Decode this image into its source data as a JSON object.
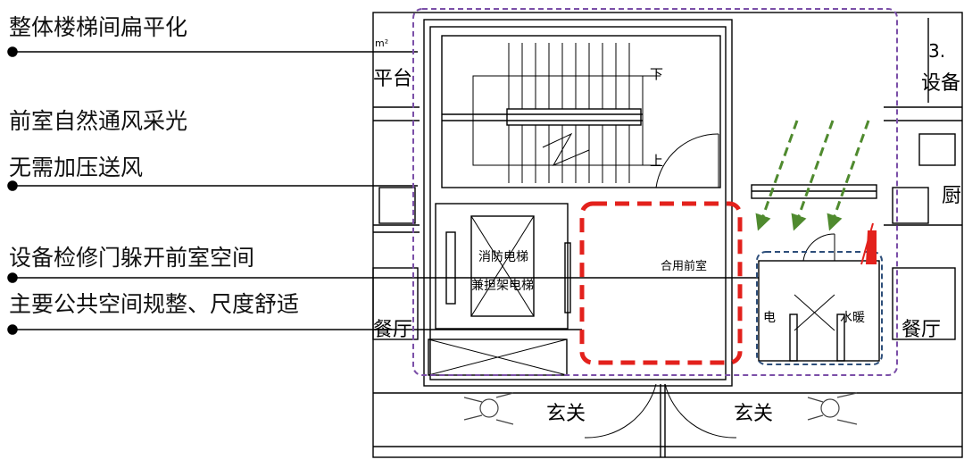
{
  "annotations": [
    "整体楼梯间扁平化",
    "前室自然通风采光",
    "无需加压送风",
    "设备检修门躲开前室空间",
    "主要公共空间规整、尺度舒适"
  ],
  "plan": {
    "stair_down": "下",
    "stair_up": "上",
    "elevator_line1": "消防电梯",
    "elevator_line2": "兼担架电梯",
    "shared_lobby": "合用前室",
    "electric_room": "电",
    "hvac_room": "水暖",
    "left_platform": "平台",
    "left_area_sup": "m²",
    "left_dining": "餐厅",
    "right_dining": "餐厅",
    "right_value": "3.",
    "right_equipment": "设备",
    "right_kitchen": "厨",
    "entrance_left": "玄关",
    "entrance_right": "玄关"
  },
  "colors": {
    "purple_outline": "#7b4fa8",
    "red_outline": "#e3211c",
    "blue_outline": "#2d4e7a",
    "green_arrow": "#4f8a2e",
    "wall": "#000000"
  }
}
